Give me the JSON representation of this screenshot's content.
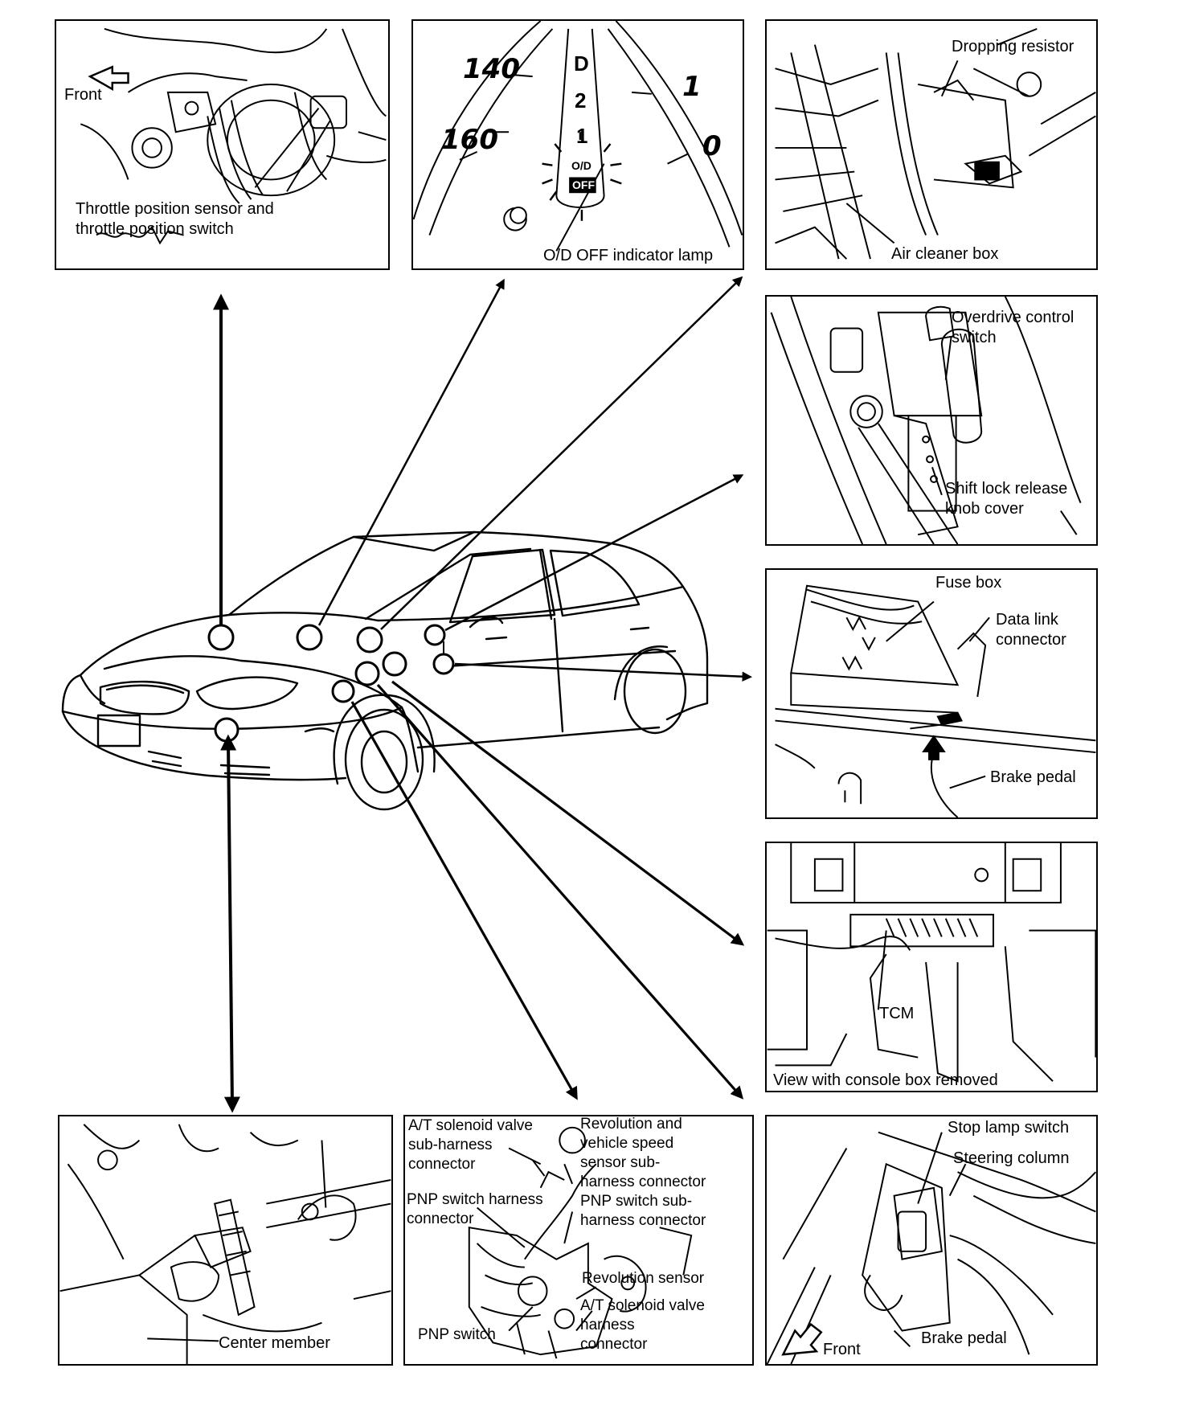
{
  "panels": {
    "throttle": {
      "front": "Front",
      "label": "Throttle position sensor and\nthrottle position switch"
    },
    "cluster": {
      "speeds": [
        "140",
        "160"
      ],
      "tach": [
        "1",
        "0"
      ],
      "gears": [
        "D",
        "2",
        "1"
      ],
      "od_top": "O/D",
      "od_bottom": "OFF",
      "label": "O/D OFF indicator lamp"
    },
    "resistor": {
      "label1": "Dropping resistor",
      "label2": "Air cleaner box"
    },
    "od_switch": {
      "label1": "Overdrive control\nswitch",
      "label2": "Shift lock release\nknob cover"
    },
    "fuse": {
      "label1": "Fuse box",
      "label2": "Data link\nconnector",
      "label3": "Brake pedal"
    },
    "tcm": {
      "label1": "TCM",
      "label2": "View with console box removed"
    },
    "center": {
      "label": "Center member"
    },
    "transaxle": {
      "l1": "A/T solenoid valve\nsub-harness\nconnector",
      "l2": "PNP switch harness\nconnector",
      "l3": "Revolution and\nvehicle speed\nsensor sub-\nharness connector",
      "l4": "PNP switch sub-\nharness connector",
      "l5": "Revolution sensor",
      "l6": "A/T solenoid valve\nharness\nconnector",
      "l7": "PNP switch"
    },
    "stoplamp": {
      "label1": "Stop lamp switch",
      "label2": "Steering column",
      "label3": "Front",
      "label4": "Brake pedal"
    }
  }
}
